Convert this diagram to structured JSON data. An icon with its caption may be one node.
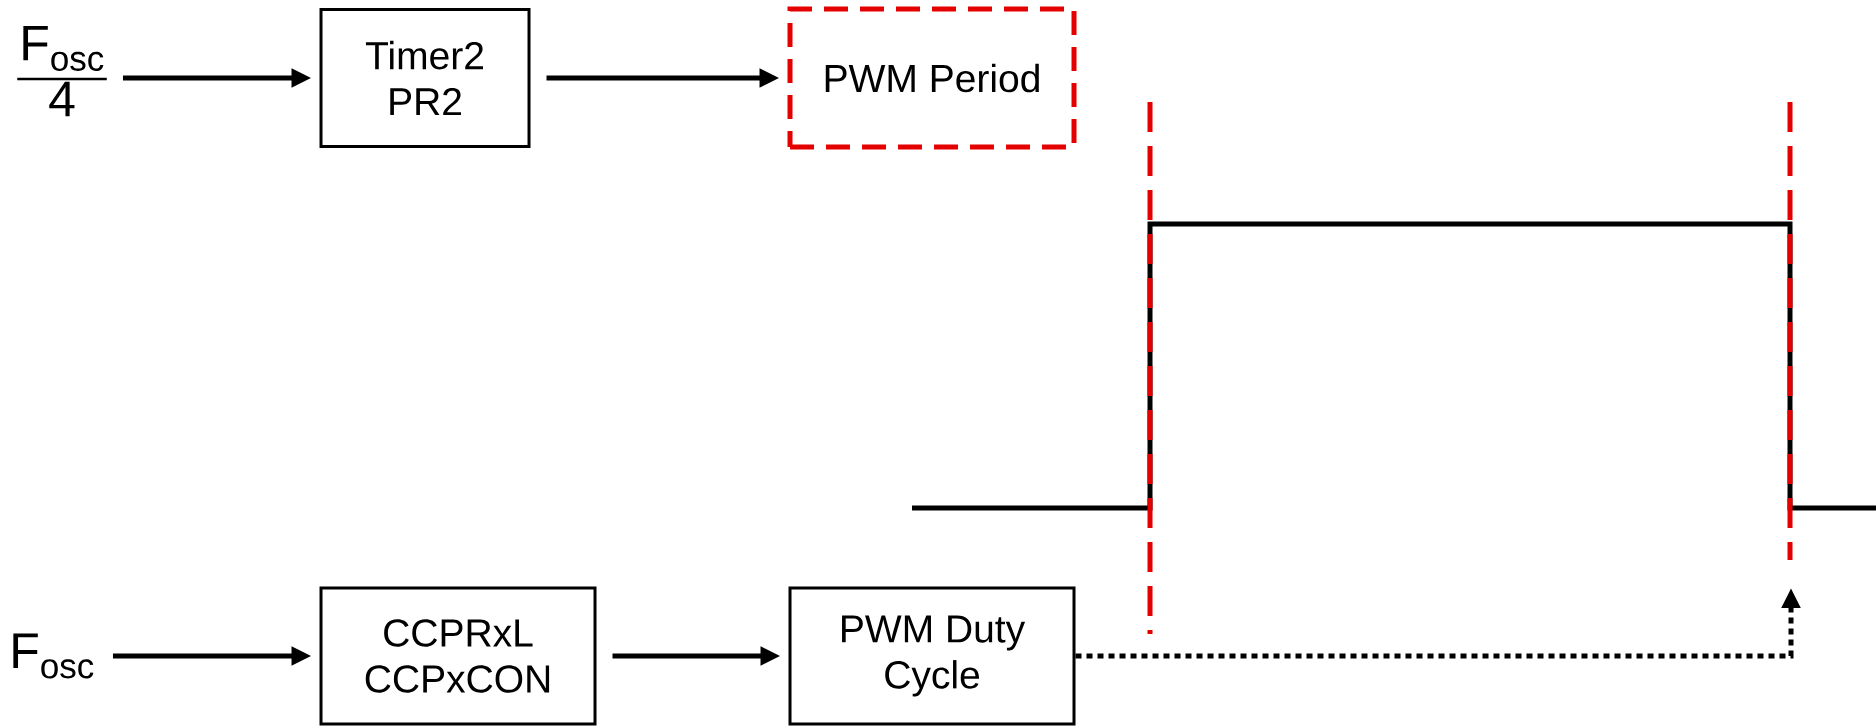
{
  "diagram": {
    "nodes": [
      {
        "text": [
          "F$_{osc}$",
          "4"
        ]
      },
      {
        "text": [
          "Timer2 PR2"
        ]
      },
      {
        "text": [
          "PWM Period"
        ]
      },
      {
        "text": [
          "F$_{osc}$"
        ]
      },
      {
        "text": [
          "CCPRxL CCPxCON"
        ]
      },
      {
        "text": [
          "PWM Duty Cycle"
        ]
      }
    ],
    "edges": [
      {
        "from": 0,
        "to": 1,
        "arrow": "to"
      },
      {
        "from": 1,
        "to": 2,
        "arrow": "to"
      },
      {
        "from": 3,
        "to": 4,
        "arrow": "to"
      },
      {
        "from": 4,
        "to": 5,
        "arrow": "to"
      },
      {
        "from": 5,
        "to": null,
        "arrow": "to",
        "style": "dashed"
      }
    ]
  }
}
